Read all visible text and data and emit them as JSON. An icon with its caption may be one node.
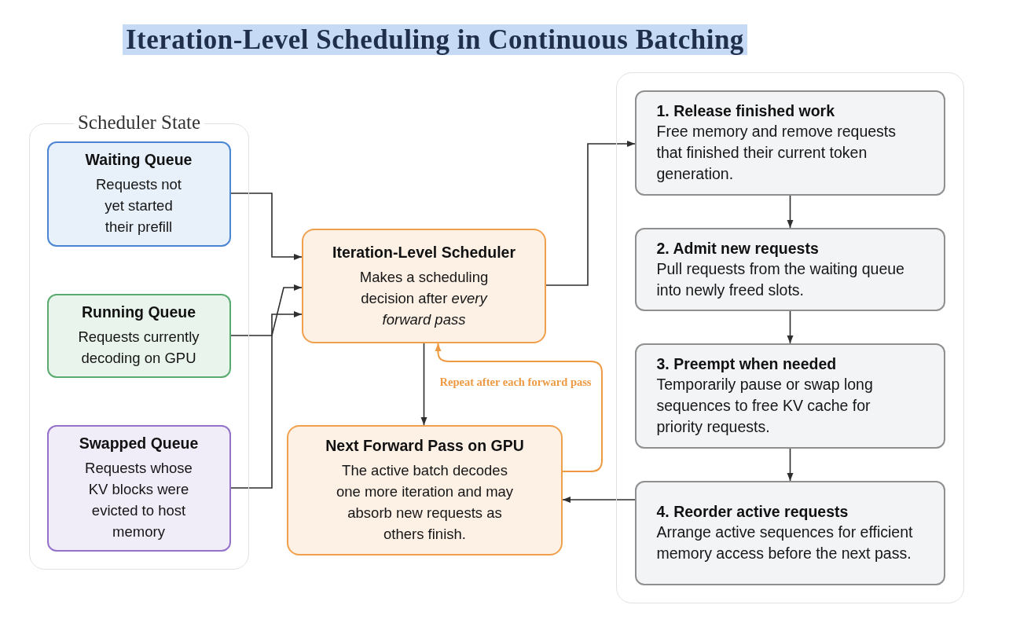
{
  "diagram": {
    "title": "Iteration-Level Scheduling in Continuous Batching",
    "nodes": [
      {
        "text": [
          "Scheduler State"
        ]
      },
      {
        "text": [
          "Waiting Queue",
          "Requests not yet started their prefill"
        ],
        "in": 0
      },
      {
        "text": [
          "Running Queue",
          "Requests currently decoding on GPU"
        ],
        "in": 0
      },
      {
        "text": [
          "Swapped Queue",
          "Requests whose KV blocks were evicted to host memory"
        ],
        "in": 0
      },
      {
        "text": [
          "Iteration-Level Scheduler",
          "Makes a scheduling decision after *every forward pass*"
        ]
      },
      {
        "text": [
          "Next Forward Pass on GPU",
          "The active batch decodes one more iteration and may absorb new requests as others finish."
        ]
      },
      {
        "text": [],
        "shape": "box"
      },
      {
        "text": [
          "1. Release finished work",
          "Free memory and remove requests that finished their current token generation."
        ],
        "in": 6
      },
      {
        "text": [
          "2. Admit new requests",
          "Pull requests from the waiting queue into newly freed slots."
        ],
        "in": 6
      },
      {
        "text": [
          "3. Preempt when needed",
          "Temporarily pause or swap long sequences to free KV cache for priority requests."
        ],
        "in": 6
      },
      {
        "text": [
          "4. Reorder active requests",
          "Arrange active sequences for efficient memory access before the next pass."
        ],
        "in": 6
      }
    ],
    "edges": [
      {
        "from": 1,
        "to": 4,
        "arrow": "to"
      },
      {
        "from": 2,
        "to": 4,
        "arrow": "to"
      },
      {
        "from": 3,
        "to": 4,
        "arrow": "to"
      },
      {
        "from": 4,
        "to": 7,
        "arrow": "to"
      },
      {
        "from": 4,
        "to": 5,
        "arrow": "to"
      },
      {
        "from": 7,
        "to": 8,
        "arrow": "to"
      },
      {
        "from": 8,
        "to": 9,
        "arrow": "to"
      },
      {
        "from": 9,
        "to": 10,
        "arrow": "to"
      },
      {
        "from": 10,
        "to": 5,
        "arrow": "to"
      },
      {
        "from": 5,
        "to": 4,
        "arrow": "to",
        "label": "Repeat after each forward pass",
        "color": "#ee9a43"
      }
    ]
  }
}
